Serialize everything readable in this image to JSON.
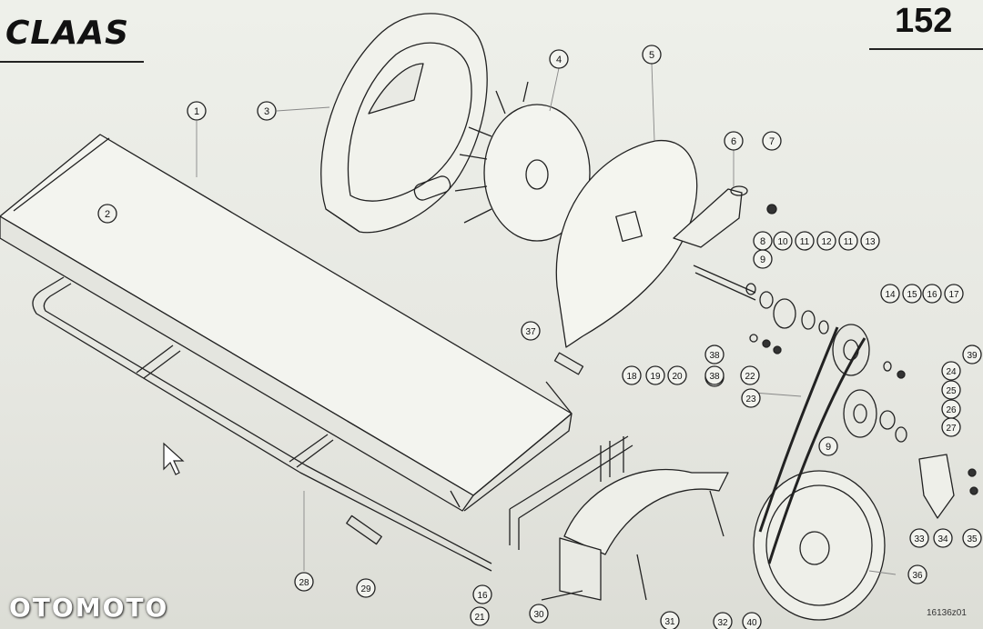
{
  "brand": "CLAAS",
  "page_number": "152",
  "watermark": "OTOMOTO",
  "drawing_number": "16136z01",
  "callouts": [
    "1",
    "2",
    "3",
    "4",
    "5",
    "6",
    "7",
    "8",
    "9",
    "10",
    "11",
    "12",
    "11",
    "13",
    "14",
    "15",
    "16",
    "17",
    "18",
    "19",
    "20",
    "21",
    "22",
    "23",
    "9",
    "24",
    "25",
    "26",
    "27",
    "28",
    "29",
    "16",
    "21",
    "30",
    "31",
    "32",
    "33",
    "34",
    "35",
    "36",
    "37",
    "38",
    "38",
    "39",
    "40"
  ]
}
